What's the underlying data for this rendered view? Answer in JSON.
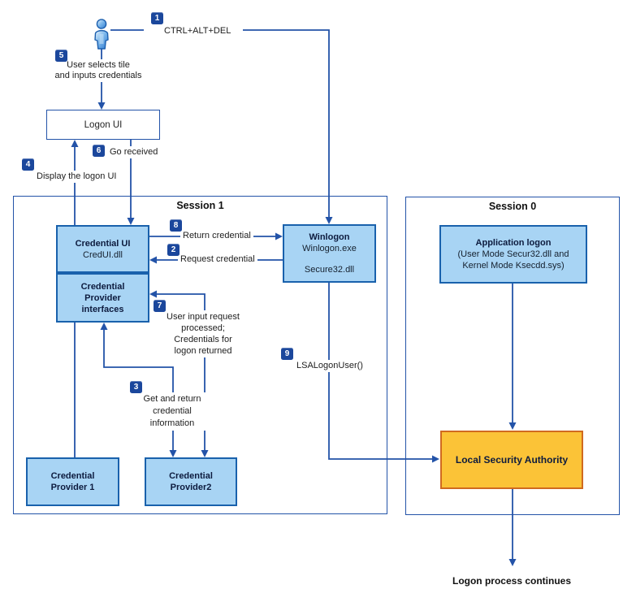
{
  "colors": {
    "line": "#2353A8",
    "box_border": "#1961AC",
    "box_fill": "#A8D4F4",
    "lsa_fill": "#FBC337",
    "lsa_border": "#D06A1F",
    "badge_bg": "#1B479C",
    "badge_text": "#FFFFFF",
    "title_text": "#0D1B3E",
    "label_text": "#1D1D1D"
  },
  "icons": {
    "user": "person-figure"
  },
  "sessions": {
    "session1": "Session 1",
    "session0": "Session 0"
  },
  "nodes": {
    "logon_ui": {
      "title": "Logon UI"
    },
    "credential_ui": {
      "title": "Credential UI",
      "subtitle": "CredUI.dll"
    },
    "credential_provider_interfaces": {
      "title": "Credential Provider interfaces"
    },
    "winlogon": {
      "title": "Winlogon",
      "line1": "Winlogon.exe",
      "line2": "Secure32.dll"
    },
    "application_logon": {
      "title": "Application logon",
      "line1": "(User Mode Secur32.dll and",
      "line2": "Kernel Mode Ksecdd.sys)"
    },
    "credential_provider_1": {
      "title": "Credential",
      "title2": "Provider 1"
    },
    "credential_provider_2": {
      "title": "Credential",
      "title2": "Provider2"
    },
    "local_security_authority": {
      "title": "Local Security Authority"
    }
  },
  "steps": {
    "step1": {
      "badge": "1",
      "text": "CTRL+ALT+DEL"
    },
    "step2": {
      "badge": "2",
      "text": "Request credential"
    },
    "step3": {
      "badge": "3",
      "lines": [
        "Get and return",
        "credential",
        "information"
      ]
    },
    "step4": {
      "badge": "4",
      "text": "Display the logon UI"
    },
    "step5": {
      "badge": "5",
      "lines": [
        "User selects tile",
        "and inputs credentials"
      ]
    },
    "step6": {
      "badge": "6",
      "text": "Go received"
    },
    "step7": {
      "badge": "7",
      "lines": [
        "User input request",
        "processed;",
        "Credentials for",
        "logon returned"
      ]
    },
    "step8": {
      "badge": "8",
      "text": "Return credential"
    },
    "step9": {
      "badge": "9",
      "text": "LSALogonUser()"
    }
  },
  "footer": {
    "text": "Logon process continues"
  }
}
